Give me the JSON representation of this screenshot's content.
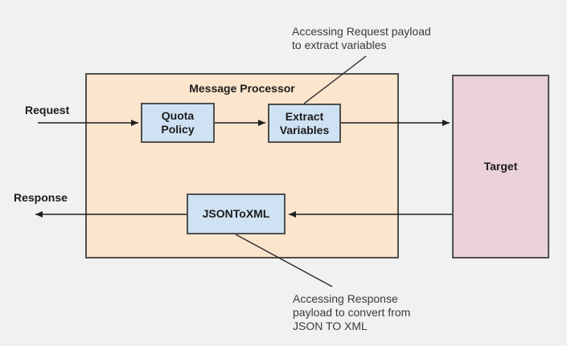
{
  "processor": {
    "title": "Message Processor"
  },
  "nodes": {
    "quota_policy": {
      "label": "Quota Policy"
    },
    "extract_variables": {
      "label": "Extract Variables"
    },
    "json_to_xml": {
      "label": "JSONToXML"
    },
    "target": {
      "label": "Target"
    }
  },
  "flow_labels": {
    "request": "Request",
    "response": "Response"
  },
  "annotations": {
    "request_note": {
      "lines": [
        "Accessing Request payload",
        "to extract variables"
      ]
    },
    "response_note": {
      "lines": [
        "Accessing Response",
        "payload to convert from",
        "JSON TO XML"
      ]
    }
  },
  "colors": {
    "background": "#f1f1f1",
    "processor_fill": "#fce5cd",
    "policy_fill": "#cfe2f3",
    "target_fill": "#ead1dc",
    "box_border": "#4f4f4f",
    "connector": "#1f1f1f"
  }
}
